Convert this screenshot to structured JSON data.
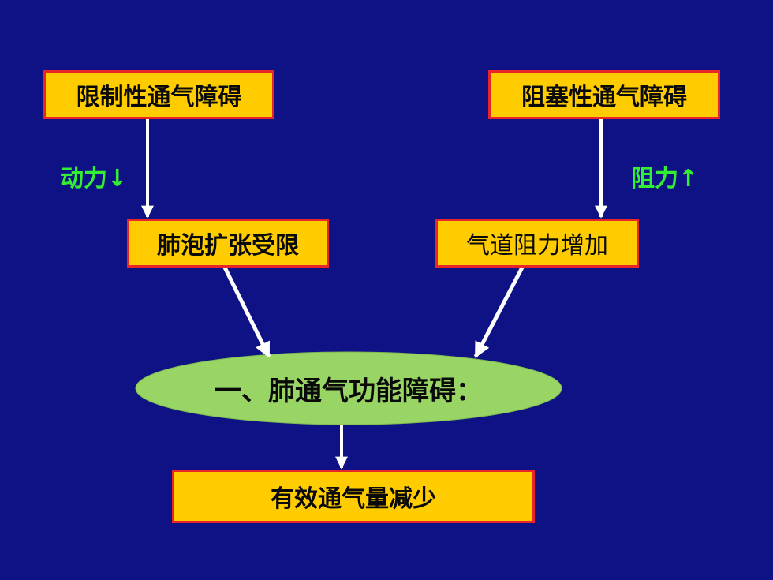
{
  "colors": {
    "background": "#0e1285",
    "box_fill": "#ffcc00",
    "box_border": "#e8262a",
    "ellipse_fill": "#99d565",
    "label_green": "#33ee33",
    "arrow": "#ffffff"
  },
  "diagram": {
    "top_left": "限制性通气障碍",
    "top_right": "阻塞性通气障碍",
    "label_left": "动力↓",
    "label_right": "阻力↑",
    "mid_left": "肺泡扩张受限",
    "mid_right": "气道阻力增加",
    "center": "一、肺通气功能障碍：",
    "bottom": "有效通气量减少"
  }
}
